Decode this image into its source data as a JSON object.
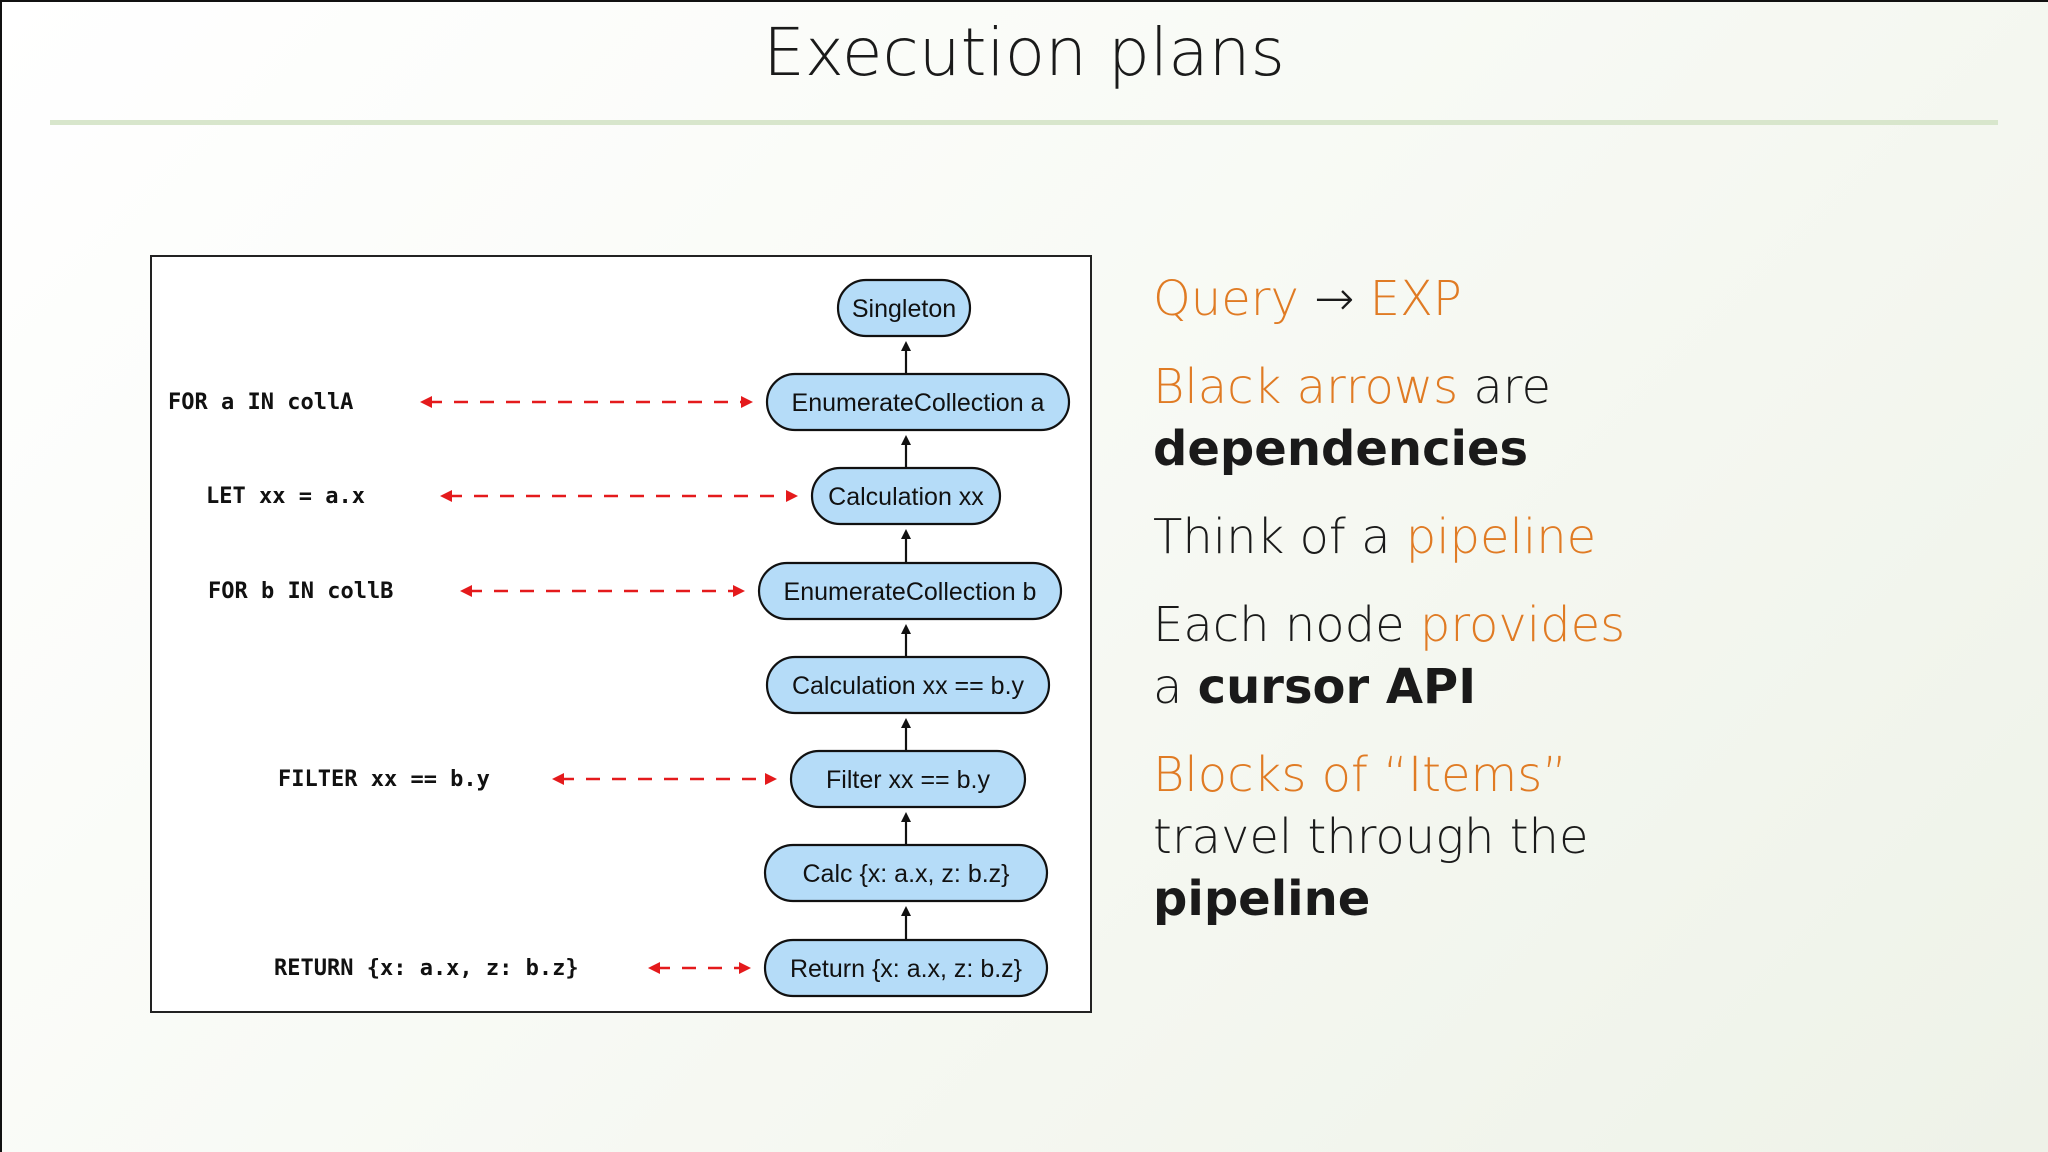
{
  "slide": {
    "title": "Execution plans"
  },
  "diagram": {
    "nodes": [
      {
        "label": "Singleton"
      },
      {
        "label": "EnumerateCollection a"
      },
      {
        "label": "Calculation xx"
      },
      {
        "label": "EnumerateCollection b"
      },
      {
        "label": "Calculation xx == b.y"
      },
      {
        "label": "Filter xx == b.y"
      },
      {
        "label": "Calc {x: a.x, z: b.z}"
      },
      {
        "label": "Return {x: a.x, z: b.z}"
      }
    ],
    "query_lines": [
      {
        "text": "FOR a IN collA",
        "node": 1
      },
      {
        "text": "LET xx = a.x",
        "node": 2
      },
      {
        "text": "FOR b IN collB",
        "node": 3
      },
      {
        "text": "FILTER xx == b.y",
        "node": 5
      },
      {
        "text": "RETURN {x: a.x, z: b.z}",
        "node": 7
      }
    ],
    "colors": {
      "node_fill": "#b5dcf8",
      "node_stroke": "#111111",
      "dependency_arrow": "#111111",
      "mapping_arrow": "#e41a1c"
    }
  },
  "bullets": {
    "b1": {
      "query": "Query",
      "arrow": "→",
      "exp": "EXP"
    },
    "b2": {
      "black_arrows": "Black arrows",
      "are": " are",
      "dependencies": "dependencies"
    },
    "b3": {
      "think": "Think of a ",
      "pipeline": "pipeline"
    },
    "b4": {
      "each_node": "Each node ",
      "provides": "provides",
      "a": "a ",
      "cursor_api": "cursor API"
    },
    "b5": {
      "blocks": "Blocks of “Items”",
      "travel": "travel through the",
      "pipeline": "pipeline"
    },
    "accent_color": "#e07b24"
  }
}
